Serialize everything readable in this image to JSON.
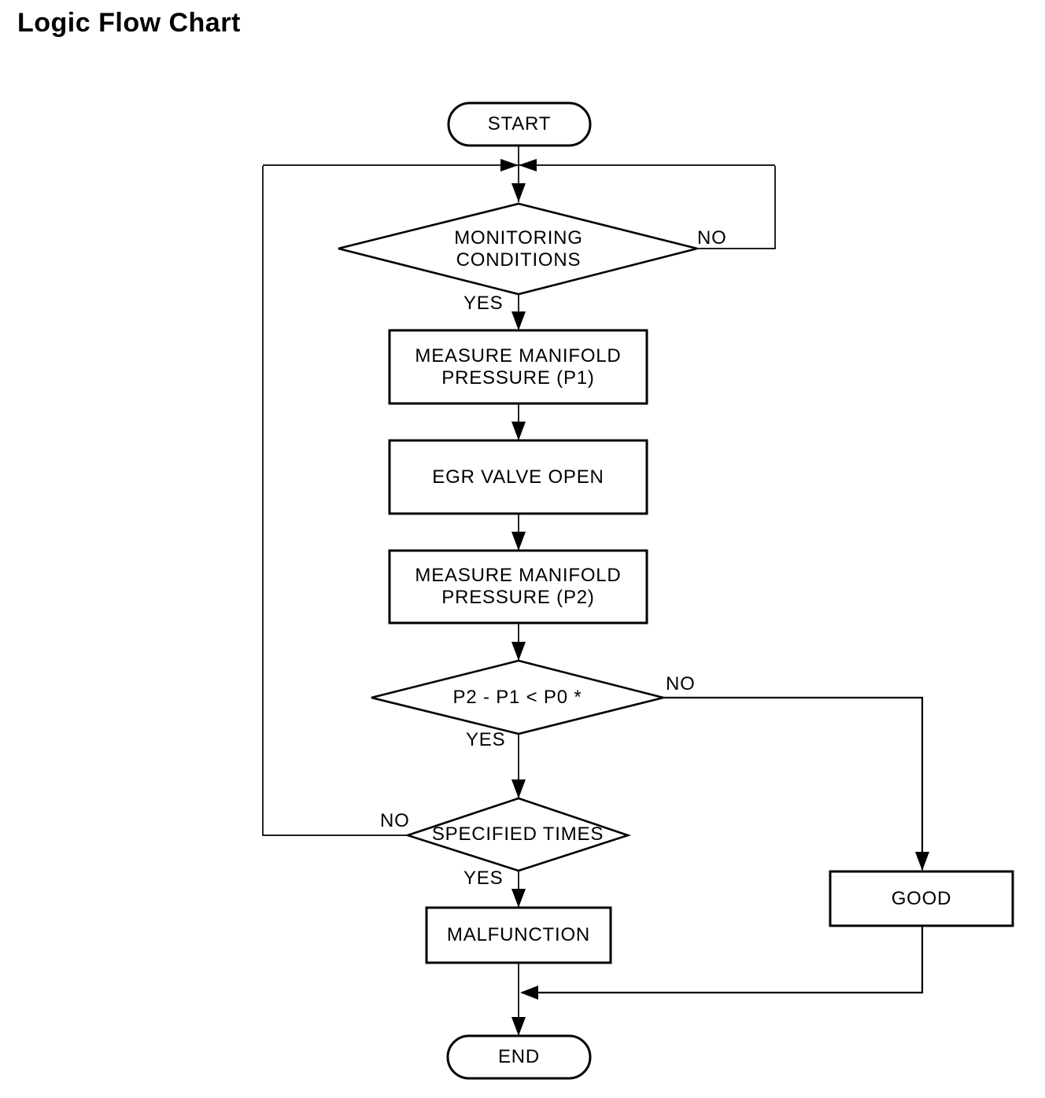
{
  "title": "Logic Flow Chart",
  "colors": {
    "stroke": "#000000",
    "fill": "#ffffff",
    "text": "#000000"
  },
  "flowchart": {
    "nodes": {
      "start": {
        "label": "START",
        "shape": "terminator"
      },
      "monitoring_conditions": {
        "label": "MONITORING\nCONDITIONS",
        "shape": "decision"
      },
      "measure_manifold_pressure_p1": {
        "label": "MEASURE MANIFOLD\nPRESSURE (P1)",
        "shape": "process"
      },
      "egr_valve_open": {
        "label": "EGR VALVE OPEN",
        "shape": "process"
      },
      "measure_manifold_pressure_p2": {
        "label": "MEASURE MANIFOLD\nPRESSURE (P2)",
        "shape": "process"
      },
      "p2_p1_less_than_p0": {
        "label": "P2 - P1 < P0 *",
        "shape": "decision"
      },
      "specified_times": {
        "label": "SPECIFIED TIMES",
        "shape": "decision"
      },
      "malfunction": {
        "label": "MALFUNCTION",
        "shape": "process"
      },
      "good": {
        "label": "GOOD",
        "shape": "process"
      },
      "end": {
        "label": "END",
        "shape": "terminator"
      }
    },
    "edges": [
      {
        "from": "start",
        "to": "monitoring_conditions"
      },
      {
        "from": "monitoring_conditions",
        "to": "measure_manifold_pressure_p1",
        "label": "YES"
      },
      {
        "from": "monitoring_conditions",
        "to": "monitoring_conditions",
        "label": "NO"
      },
      {
        "from": "measure_manifold_pressure_p1",
        "to": "egr_valve_open"
      },
      {
        "from": "egr_valve_open",
        "to": "measure_manifold_pressure_p2"
      },
      {
        "from": "measure_manifold_pressure_p2",
        "to": "p2_p1_less_than_p0"
      },
      {
        "from": "p2_p1_less_than_p0",
        "to": "specified_times",
        "label": "YES"
      },
      {
        "from": "p2_p1_less_than_p0",
        "to": "good",
        "label": "NO"
      },
      {
        "from": "specified_times",
        "to": "malfunction",
        "label": "YES"
      },
      {
        "from": "specified_times",
        "to": "monitoring_conditions",
        "label": "NO"
      },
      {
        "from": "malfunction",
        "to": "end"
      },
      {
        "from": "good",
        "to": "end"
      }
    ]
  }
}
